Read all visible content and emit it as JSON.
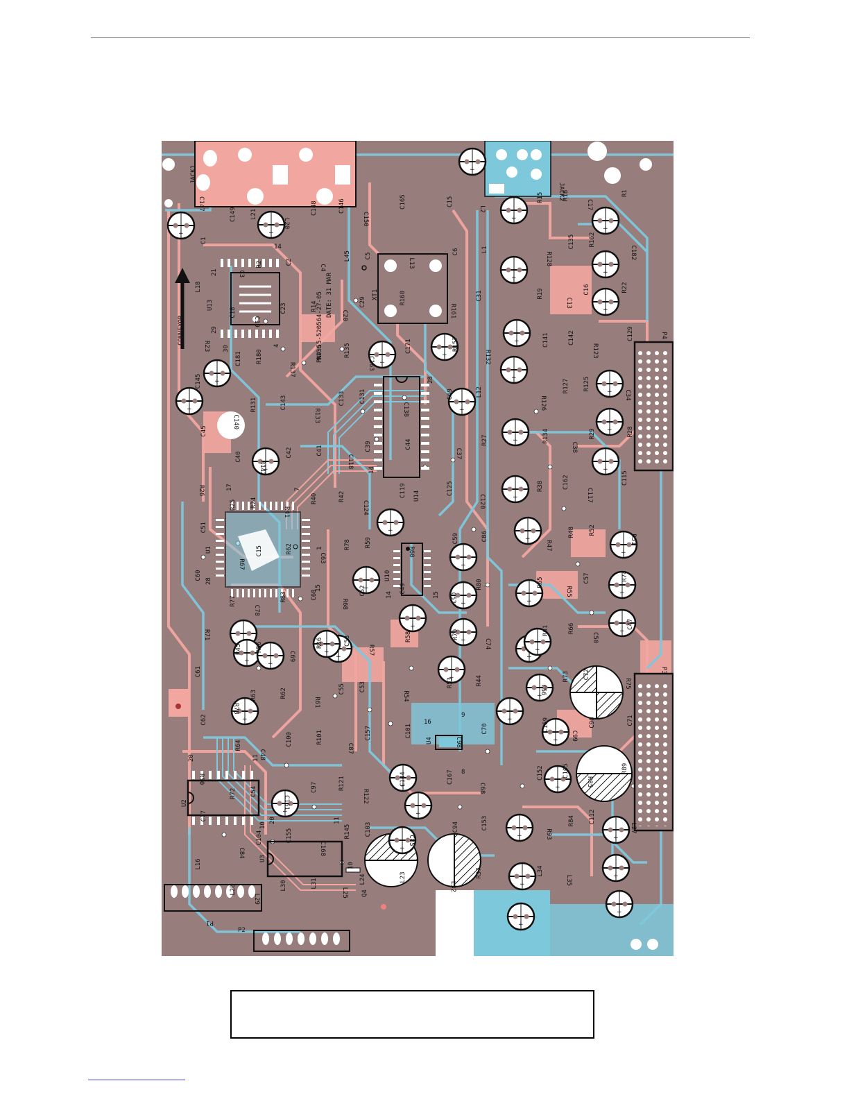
{
  "board": {
    "part_number": "PN#:55-520564-27-05",
    "date": "DATE: 31 MAR",
    "conveyor_label": "CONVEYOR",
    "connectors": [
      "JACK1",
      "JACK2",
      "P1",
      "P2",
      "P3",
      "P4"
    ],
    "chips": [
      "U13",
      "U1",
      "U2",
      "U3",
      "U4",
      "U10",
      "U14",
      "XT1",
      "Q4"
    ],
    "pin_marks": [
      "14",
      "21",
      "28",
      "29",
      "30",
      "1",
      "4",
      "17",
      "7",
      "15",
      "16",
      "20",
      "10",
      "11",
      "9",
      "8"
    ],
    "components": [
      "C147",
      "C149",
      "L21",
      "L20",
      "C148",
      "C146",
      "C150",
      "C165",
      "C15",
      "L2",
      "R15",
      "R18",
      "C17",
      "R1",
      "C1",
      "C3",
      "R2",
      "C2",
      "C4",
      "L45",
      "C5",
      "L13",
      "C6",
      "L1",
      "R128",
      "C135",
      "R162",
      "C182",
      "L18",
      "C18",
      "C19",
      "C23",
      "R14",
      "C20",
      "C29",
      "R160",
      "R161",
      "C31",
      "R19",
      "C13",
      "C16",
      "R22",
      "R23",
      "C181",
      "R180",
      "R137",
      "R136",
      "R135",
      "C163",
      "C171",
      "R157",
      "R132",
      "C141",
      "C142",
      "R123",
      "C129",
      "C145",
      "C140",
      "R131",
      "C143",
      "R133",
      "C133",
      "C131",
      "C138",
      "C69",
      "L12",
      "R126",
      "R127",
      "R125",
      "C34",
      "C45",
      "C40",
      "R142",
      "C42",
      "C41",
      "C118",
      "C39",
      "C44",
      "C37",
      "R27",
      "R134",
      "C38",
      "R29",
      "R28",
      "R26",
      "R25",
      "R24",
      "R41",
      "R40",
      "R42",
      "C124",
      "C119",
      "C125",
      "C120",
      "R38",
      "C162",
      "C117",
      "C115",
      "C51",
      "R67",
      "C15",
      "R62",
      "C63",
      "R78",
      "R59",
      "R60",
      "C59",
      "C86",
      "R47",
      "R48",
      "R52",
      "R51",
      "C60",
      "R77",
      "C78",
      "R83",
      "C68",
      "R68",
      "C52",
      "C49",
      "C53",
      "R80",
      "R65",
      "R55",
      "C57",
      "R74",
      "R71",
      "R45",
      "R56",
      "C69",
      "R46",
      "C58",
      "R57",
      "R58",
      "R79",
      "C74",
      "R61",
      "R66",
      "C50",
      "C47",
      "C61",
      "R78",
      "R63",
      "R62",
      "R61",
      "C55",
      "C53",
      "R54",
      "R53",
      "R44",
      "C56",
      "R73",
      "C72",
      "R75",
      "C62",
      "R64",
      "C48",
      "C100",
      "R101",
      "C87",
      "C157",
      "C101",
      "C98",
      "C70",
      "C159",
      "C99",
      "C96",
      "C71",
      "R50",
      "R72",
      "C54",
      "C161",
      "C97",
      "R121",
      "R122",
      "C144",
      "C167",
      "C68",
      "C152",
      "C105",
      "R85",
      "R89",
      "C77",
      "C84",
      "C104",
      "C155",
      "C168",
      "R145",
      "C103",
      "C85",
      "C94",
      "C153",
      "R93",
      "R84",
      "C112",
      "L27",
      "L16",
      "L28",
      "L29",
      "L30",
      "L31",
      "L25",
      "L24",
      "L23",
      "L32",
      "R37",
      "L34",
      "L35"
    ]
  },
  "colors": {
    "board_fill": "#987d7d",
    "copper_top": "#f2a6a0",
    "copper_bottom": "#7ec8dc",
    "silkscreen": "#111111",
    "pad": "#ffffff",
    "link_line": "#3b3bd8"
  }
}
